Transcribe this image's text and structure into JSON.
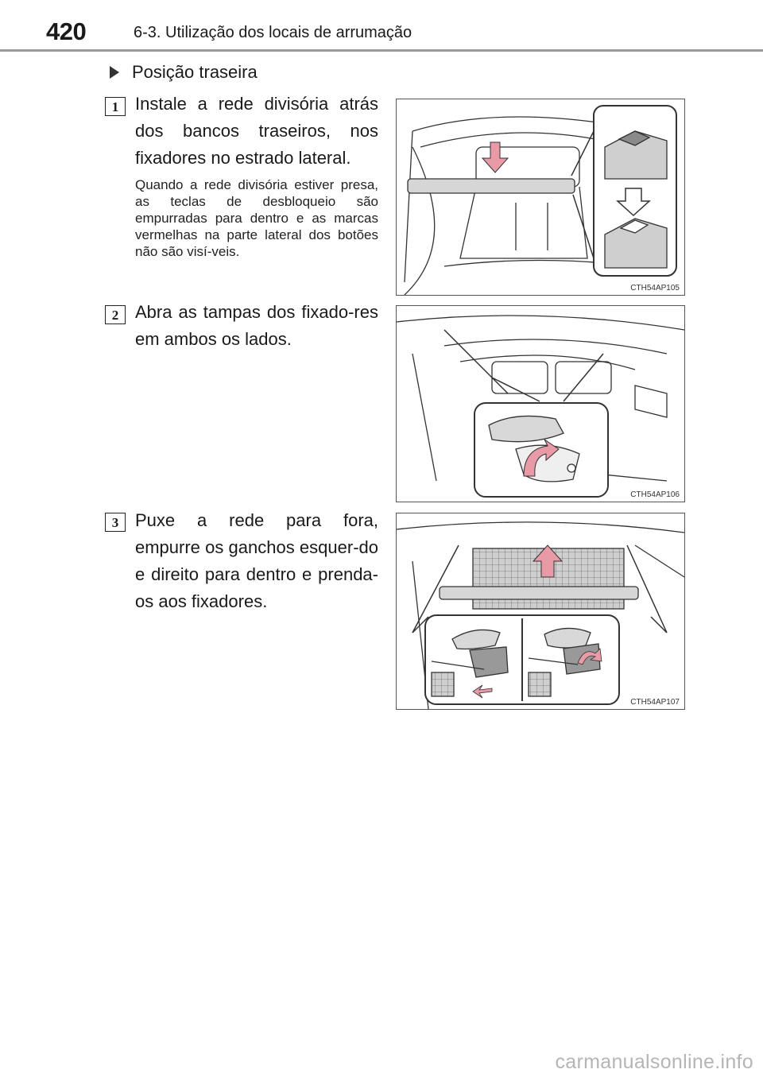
{
  "header": {
    "page_number": "420",
    "section_title": "6-3. Utilização dos locais de arrumação"
  },
  "subheading": "Posição traseira",
  "steps": [
    {
      "number": "1",
      "text": "Instale a rede divisória atrás dos bancos traseiros, nos fixadores no estrado lateral.",
      "note": "Quando a rede divisória estiver presa, as teclas de desbloqueio são empurradas para dentro e as marcas vermelhas na parte lateral dos botões não são visí-veis.",
      "figure_code": "CTH54AP105"
    },
    {
      "number": "2",
      "text": "Abra as tampas dos fixado-res em ambos os lados.",
      "figure_code": "CTH54AP106"
    },
    {
      "number": "3",
      "text": "Puxe a rede para fora, empurre os ganchos esquer-do e direito para dentro e prenda-os aos fixadores.",
      "figure_code": "CTH54AP107"
    }
  ],
  "watermark": "carmanualsonline.info",
  "colors": {
    "arrow": "#e89aa6",
    "net": "#c8c8c8",
    "line": "#333333",
    "header_rule": "#9a9a9a"
  }
}
